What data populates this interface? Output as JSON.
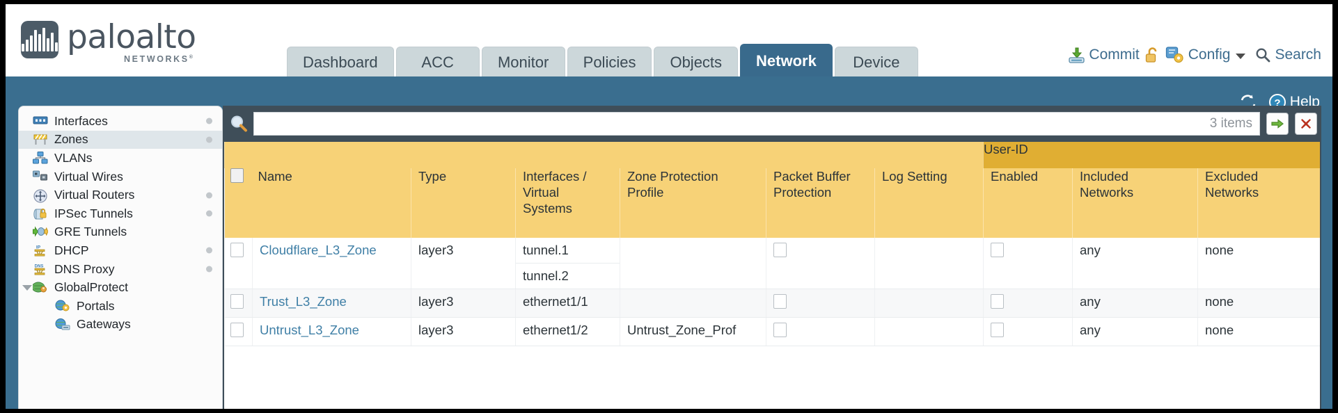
{
  "brand": {
    "name": "paloalto",
    "sub": "NETWORKS",
    "sup": "®"
  },
  "nav": {
    "tabs": [
      {
        "label": "Dashboard",
        "active": false
      },
      {
        "label": "ACC",
        "active": false
      },
      {
        "label": "Monitor",
        "active": false
      },
      {
        "label": "Policies",
        "active": false
      },
      {
        "label": "Objects",
        "active": false
      },
      {
        "label": "Network",
        "active": true
      },
      {
        "label": "Device",
        "active": false
      }
    ]
  },
  "toolbar": {
    "commit_label": "Commit",
    "commit_icon": "commit-download-icon",
    "lock_icon": "unlocked-padlock-icon",
    "config_label": "Config",
    "config_icon": "config-key-wrench-icon",
    "search_label": "Search",
    "search_icon": "search-magnifier-icon"
  },
  "subbar": {
    "refresh_icon": "refresh-icon",
    "help_label": "Help",
    "help_icon": "help-question-icon"
  },
  "sidebar": {
    "items": [
      {
        "label": "Interfaces",
        "icon": "interfaces-icon",
        "dot": true,
        "selected": false,
        "child": false,
        "caret": false
      },
      {
        "label": "Zones",
        "icon": "zones-barrier-icon",
        "dot": true,
        "selected": true,
        "child": false,
        "caret": false
      },
      {
        "label": "VLANs",
        "icon": "vlans-icon",
        "dot": false,
        "selected": false,
        "child": false,
        "caret": false
      },
      {
        "label": "Virtual Wires",
        "icon": "virtual-wires-icon",
        "dot": false,
        "selected": false,
        "child": false,
        "caret": false
      },
      {
        "label": "Virtual Routers",
        "icon": "virtual-routers-icon",
        "dot": true,
        "selected": false,
        "child": false,
        "caret": false
      },
      {
        "label": "IPSec Tunnels",
        "icon": "ipsec-tunnels-icon",
        "dot": true,
        "selected": false,
        "child": false,
        "caret": false
      },
      {
        "label": "GRE Tunnels",
        "icon": "gre-tunnels-icon",
        "dot": false,
        "selected": false,
        "child": false,
        "caret": false
      },
      {
        "label": "DHCP",
        "icon": "dhcp-icon",
        "dot": true,
        "selected": false,
        "child": false,
        "caret": false
      },
      {
        "label": "DNS Proxy",
        "icon": "dns-proxy-icon",
        "dot": true,
        "selected": false,
        "child": false,
        "caret": false
      },
      {
        "label": "GlobalProtect",
        "icon": "globalprotect-icon",
        "dot": false,
        "selected": false,
        "child": false,
        "caret": true
      },
      {
        "label": "Portals",
        "icon": "portals-icon",
        "dot": false,
        "selected": false,
        "child": true,
        "caret": false
      },
      {
        "label": "Gateways",
        "icon": "gateways-icon",
        "dot": false,
        "selected": false,
        "child": true,
        "caret": false
      }
    ]
  },
  "search": {
    "value": "",
    "placeholder": "",
    "icon": "search-magnifier-icon",
    "items_count": "3 items",
    "apply_icon": "green-arrow-icon",
    "clear_icon": "red-x-icon"
  },
  "table": {
    "group_header": "User-ID",
    "columns": [
      "Name",
      "Type",
      "Interfaces / Virtual Systems",
      "Zone Protection Profile",
      "Packet Buffer Protection",
      "Log Setting",
      "Enabled",
      "Included Networks",
      "Excluded Networks"
    ],
    "rows": [
      {
        "selected": false,
        "name": "Cloudflare_L3_Zone",
        "type": "layer3",
        "interfaces": [
          "tunnel.1",
          "tunnel.2"
        ],
        "zone_protection_profile": "",
        "packet_buffer_protection": false,
        "log_setting": "",
        "user_id_enabled": false,
        "included_networks": "any",
        "excluded_networks": "none"
      },
      {
        "selected": false,
        "name": "Trust_L3_Zone",
        "type": "layer3",
        "interfaces": [
          "ethernet1/1"
        ],
        "zone_protection_profile": "",
        "packet_buffer_protection": false,
        "log_setting": "",
        "user_id_enabled": false,
        "included_networks": "any",
        "excluded_networks": "none"
      },
      {
        "selected": false,
        "name": "Untrust_L3_Zone",
        "type": "layer3",
        "interfaces": [
          "ethernet1/2"
        ],
        "zone_protection_profile": "Untrust_Zone_Prof",
        "packet_buffer_protection": false,
        "log_setting": "",
        "user_id_enabled": false,
        "included_networks": "any",
        "excluded_networks": "none"
      }
    ]
  },
  "colors": {
    "brand_blue": "#3a6e8f",
    "panel_dark": "#3f4e59",
    "header_gold": "#f7d277",
    "group_gold": "#e0ae33",
    "link_blue": "#3f7fa6",
    "tab_inactive": "#ccd7da",
    "tab_active": "#396a8c"
  }
}
